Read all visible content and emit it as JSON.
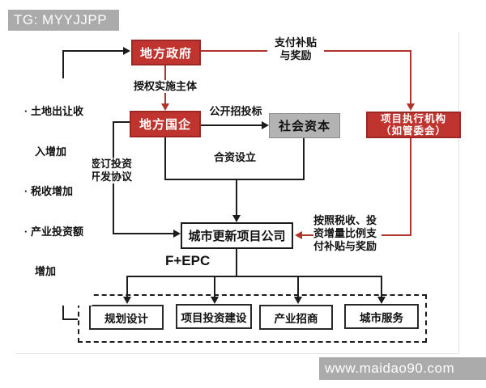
{
  "watermarks": {
    "tg_label": "TG: MYYJJPP",
    "site_label": "www.maidao90.com"
  },
  "colors": {
    "accent_red": "#bf342e",
    "gray_box": "#b3b3b3",
    "watermark_gray": "#ababab"
  },
  "diagram": {
    "nodes": {
      "local_government": "地方政府",
      "local_soe": "地方国企",
      "social_capital": "社会资本",
      "executing_agency_line1": "项目执行机构",
      "executing_agency_line2": "（如管委会）",
      "project_company": "城市更新项目公司",
      "planning_design": "规划设计",
      "investment_construction": "项目投资建设",
      "industry_recruitment": "产业招商",
      "city_services": "城市服务"
    },
    "edge_labels": {
      "pay_subsidy_line1": "支付补贴",
      "pay_subsidy_line2": "与奖励",
      "authorize": "授权实施主体",
      "public_bidding": "公开招投标",
      "joint_venture": "合资设立",
      "sign_agreement_line1": "签订投资",
      "sign_agreement_line2": "开发协议",
      "f_epc": "F+EPC",
      "subsidy_ratio_line1": "按照税收、投",
      "subsidy_ratio_line2": "资增量比例支",
      "subsidy_ratio_line3": "付补贴与奖励"
    },
    "benefits_list": [
      "· 土地出让收",
      "　入增加",
      "· 税收增加",
      "· 产业投资额",
      "　增加"
    ]
  }
}
